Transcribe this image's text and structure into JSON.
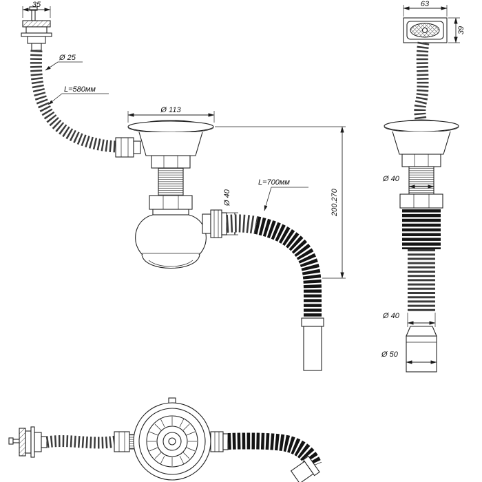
{
  "drawing": {
    "front": {
      "overflow_width": "35",
      "hose_diameter": "Ø 25",
      "hose_length": "L=580мм",
      "flange_diameter": "Ø 113",
      "outlet_diameter": "Ø 40",
      "flex_length": "L=700мм",
      "mount_height": "200.270"
    },
    "side": {
      "head_width": "63",
      "head_height": "39",
      "pipe_diameter_upper": "Ø 40",
      "pipe_diameter_lower": "Ø 40",
      "outlet_diameter": "Ø 50"
    }
  }
}
